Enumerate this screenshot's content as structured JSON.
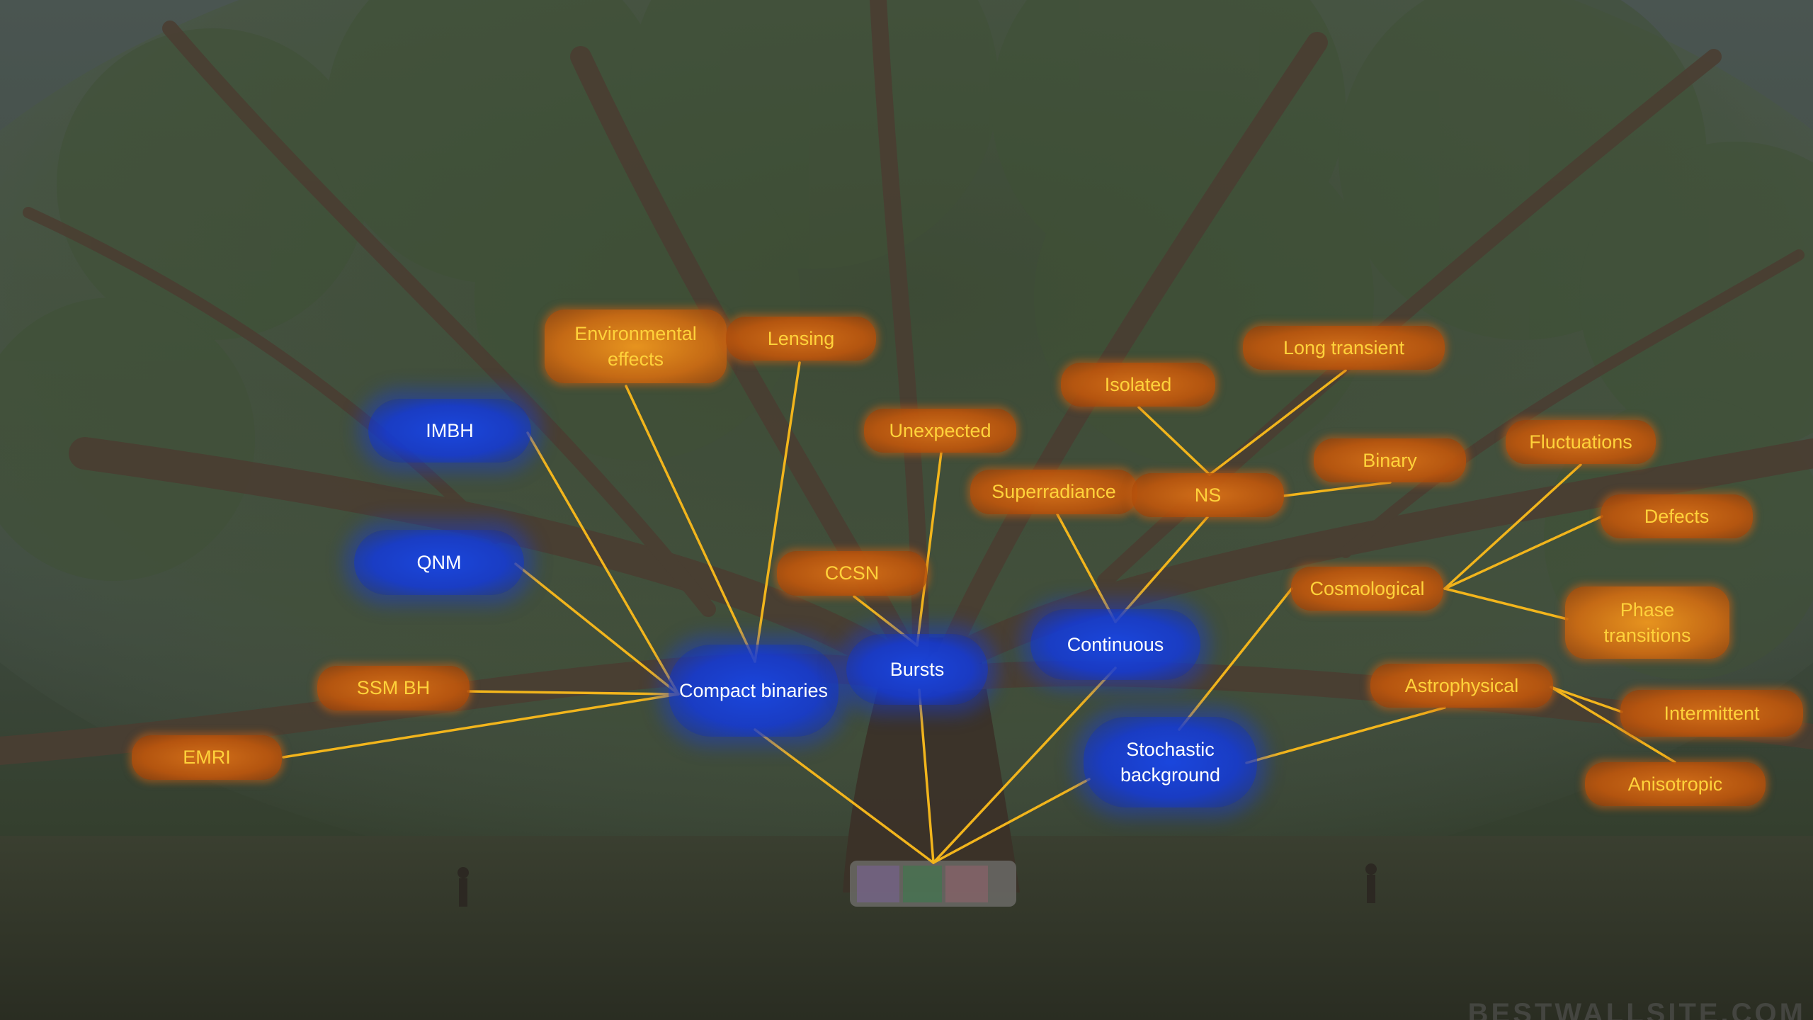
{
  "colors": {
    "connector": "#f2b51c",
    "orange_node": "#c8620f",
    "orange_text": "#ffd23a",
    "blue_node": "#1a44dc",
    "blue_text": "#ffffff"
  },
  "nodes": {
    "environmental_effects": "Environmental effects",
    "lensing": "Lensing",
    "imbh": "IMBH",
    "qnm": "QNM",
    "ssm_bh": "SSM BH",
    "emri": "EMRI",
    "compact_binaries": "Compact binaries",
    "unexpected": "Unexpected",
    "ccsn": "CCSN",
    "bursts": "Bursts",
    "isolated": "Isolated",
    "long_transient": "Long transient",
    "binary": "Binary",
    "superradiance": "Superradiance",
    "ns": "NS",
    "continuous": "Continuous",
    "fluctuations": "Fluctuations",
    "defects": "Defects",
    "cosmological": "Cosmological",
    "phase_transitions": "Phase transitions",
    "astrophysical": "Astrophysical",
    "intermittent": "Intermittent",
    "anisotropic": "Anisotropic",
    "stochastic_background": "Stochastic background"
  },
  "edges": [
    [
      "compact_binaries",
      "trunk"
    ],
    [
      "bursts",
      "trunk"
    ],
    [
      "continuous",
      "trunk"
    ],
    [
      "stochastic_background",
      "trunk"
    ],
    [
      "environmental_effects",
      "compact_binaries"
    ],
    [
      "lensing",
      "compact_binaries"
    ],
    [
      "imbh",
      "compact_binaries"
    ],
    [
      "qnm",
      "compact_binaries"
    ],
    [
      "ssm_bh",
      "compact_binaries"
    ],
    [
      "emri",
      "compact_binaries"
    ],
    [
      "unexpected",
      "bursts"
    ],
    [
      "ccsn",
      "bursts"
    ],
    [
      "superradiance",
      "continuous"
    ],
    [
      "ns",
      "continuous"
    ],
    [
      "isolated",
      "ns"
    ],
    [
      "long_transient",
      "ns"
    ],
    [
      "binary",
      "ns"
    ],
    [
      "cosmological",
      "stochastic_background"
    ],
    [
      "astrophysical",
      "stochastic_background"
    ],
    [
      "fluctuations",
      "cosmological"
    ],
    [
      "defects",
      "cosmological"
    ],
    [
      "phase_transitions",
      "cosmological"
    ],
    [
      "intermittent",
      "astrophysical"
    ],
    [
      "anisotropic",
      "astrophysical"
    ]
  ],
  "watermark": "BESTWALLSITE.COM"
}
